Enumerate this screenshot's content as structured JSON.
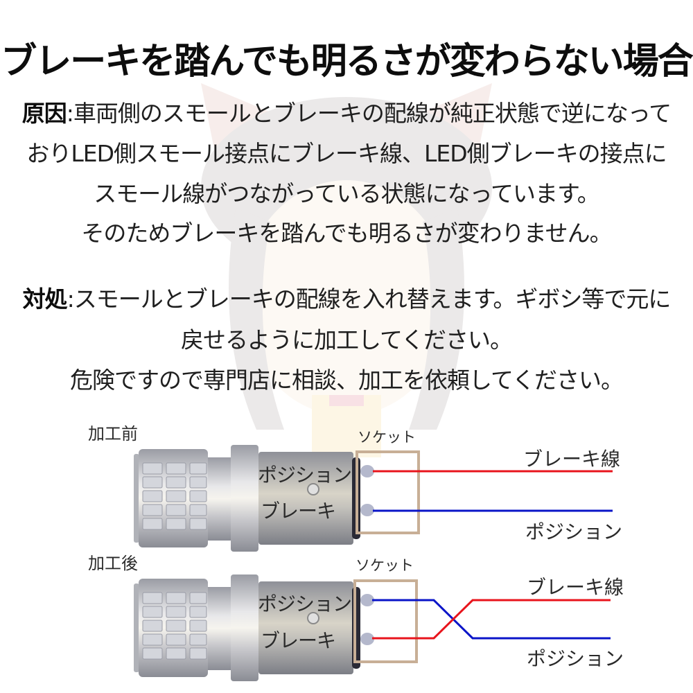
{
  "title": "ブレーキを踏んでも明るさが変わらない場合",
  "cause": {
    "label": "原因",
    "separator": ":",
    "lines": [
      "車両側のスモールとブレーキの配線が純正状態で逆になって",
      "おりLED側スモール接点にブレーキ線、LED側ブレーキの接点に",
      "スモール線がつながっている状態になっています。",
      "そのためブレーキを踏んでも明るさが変わりません。"
    ]
  },
  "remedy": {
    "label": "対処",
    "separator": ":",
    "lines": [
      "スモールとブレーキの配線を入れ替えます。ギボシ等で元に",
      "戻せるように加工してください。",
      "危険ですので専門店に相談、加工を依頼してください。"
    ]
  },
  "diagrams": [
    {
      "heading": "加工前",
      "socket_label": "ソケット",
      "bulb_top_label": "ポジション",
      "bulb_bottom_label": "ブレーキ",
      "wire_top_label": "ブレーキ線",
      "wire_bottom_label": "ポジション",
      "wiring": "straight"
    },
    {
      "heading": "加工後",
      "socket_label": "ソケット",
      "bulb_top_label": "ポジション",
      "bulb_bottom_label": "ブレーキ",
      "wire_top_label": "ブレーキ線",
      "wire_bottom_label": "ポジション",
      "wiring": "crossed"
    }
  ],
  "colors": {
    "brake_wire": "#e8141c",
    "position_wire": "#0a14c8",
    "socket_box": "#c8af96"
  }
}
